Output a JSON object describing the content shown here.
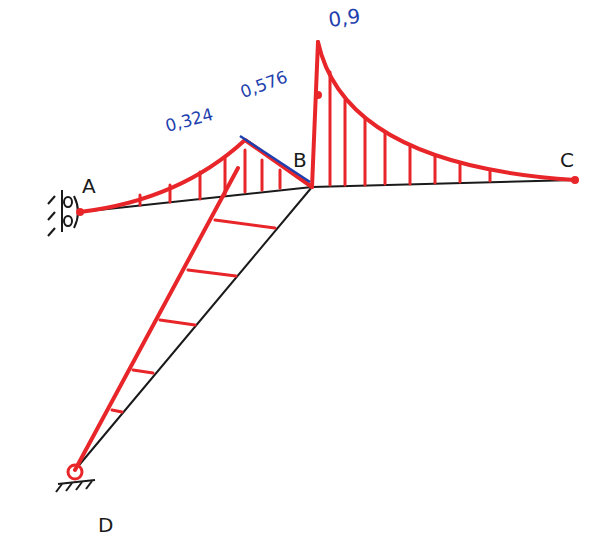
{
  "diagram": {
    "labels": [
      "0,9",
      "0,576",
      "0,324",
      "A",
      "B",
      "C",
      "D"
    ]
  }
}
